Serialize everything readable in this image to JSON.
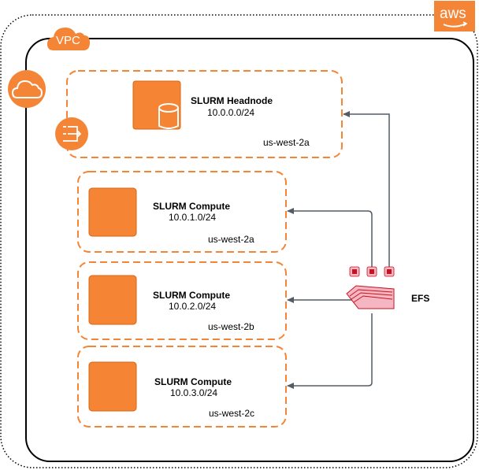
{
  "cloud": {
    "provider_label": "aws",
    "vpc_label": "VPC"
  },
  "headnode": {
    "title": "SLURM Headnode",
    "cidr": "10.0.0.0/24",
    "zone": "us-west-2a"
  },
  "compute": [
    {
      "title": "SLURM Compute",
      "cidr": "10.0.1.0/24",
      "zone": "us-west-2a"
    },
    {
      "title": "SLURM Compute",
      "cidr": "10.0.2.0/24",
      "zone": "us-west-2b"
    },
    {
      "title": "SLURM Compute",
      "cidr": "10.0.3.0/24",
      "zone": "us-west-2c"
    }
  ],
  "storage": {
    "label": "EFS"
  },
  "colors": {
    "accent": "#F58536",
    "icon_fill": "#F58534",
    "efs_pink": "#F4B6C2",
    "line": "#545B64"
  },
  "icons": [
    "aws-logo-icon",
    "vpc-icon",
    "cloud-icon",
    "router-icon",
    "ec2-instance-icon",
    "database-icon",
    "efs-icon",
    "chip-icon"
  ]
}
